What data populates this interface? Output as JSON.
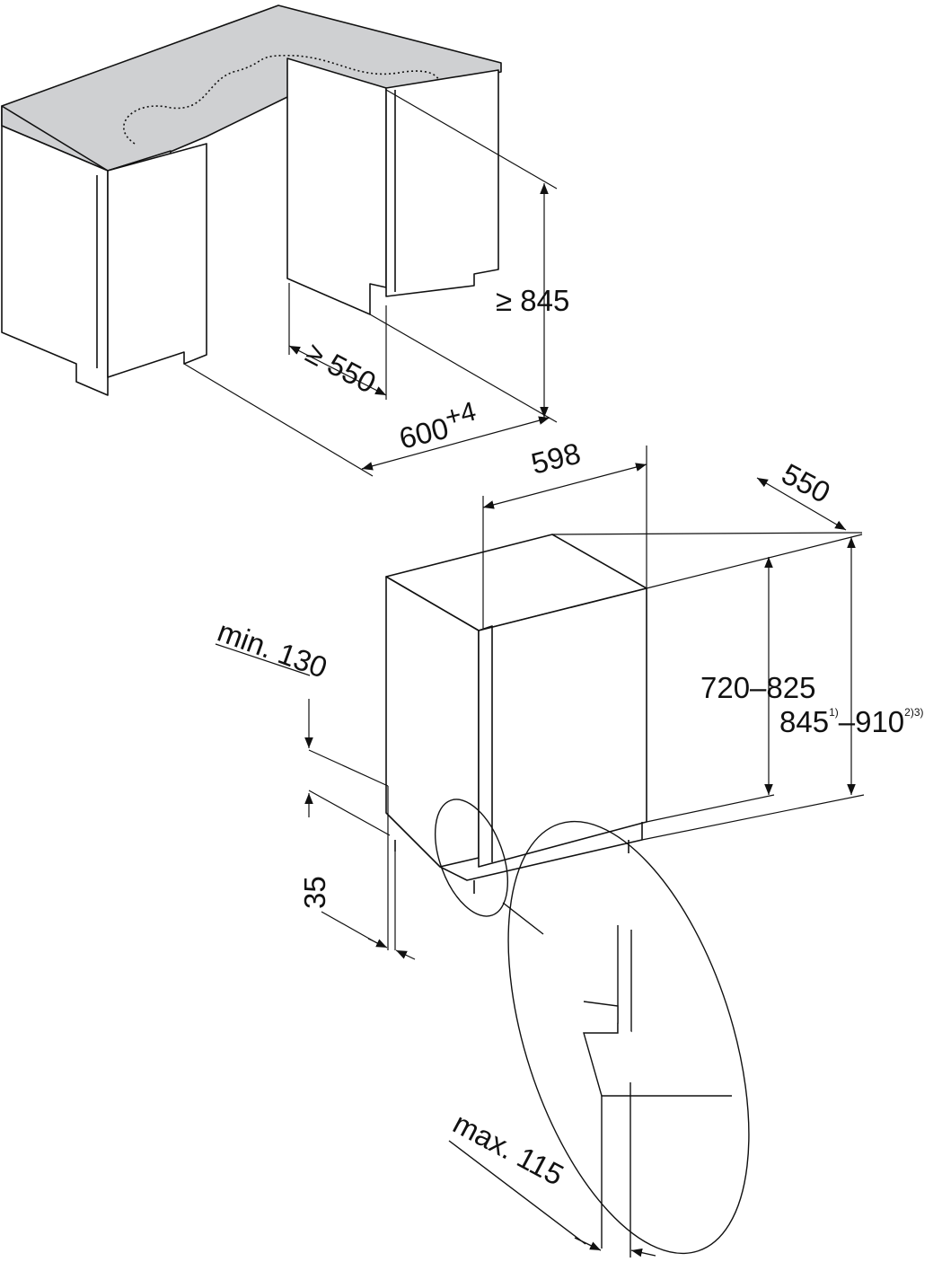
{
  "colors": {
    "line": "#111111",
    "countertop": "#cfd0d2",
    "cabinet_side": "#ffffff",
    "cabinet_front": "#ffffff",
    "background": "#ffffff"
  },
  "dimensions": {
    "niche_height": "≥ 845",
    "niche_depth": "≥ 550",
    "niche_width_base": "600",
    "niche_width_tol": "+4",
    "appliance_width": "598",
    "appliance_depth": "550",
    "door_height": "720–825",
    "total_height_a": "845",
    "total_height_a_sup": "1)",
    "total_height_dash": "–910",
    "total_height_b_sup": "2)3)",
    "plinth_clearance": "min. 130",
    "foot_offset": "35",
    "plinth_max": "max. 115"
  }
}
